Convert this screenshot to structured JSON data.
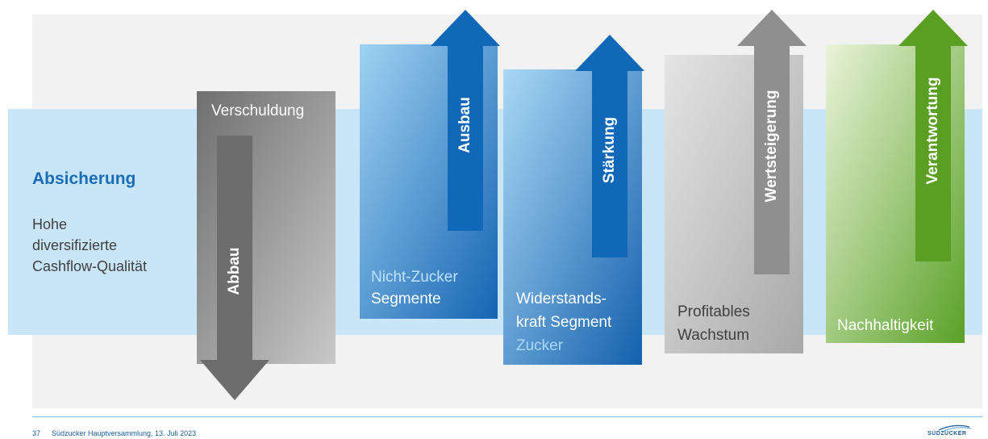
{
  "left_block": {
    "title": "Absicherung",
    "lines": [
      "Hohe",
      "diversifizierte",
      "Cashflow-Qualität"
    ]
  },
  "columns": [
    {
      "label_lines": [
        "Verschuldung"
      ],
      "arrow_label": "Abbau",
      "arrow_direction": "down"
    },
    {
      "label_lines": [
        "Nicht-Zucker",
        "Segmente"
      ],
      "arrow_label": "Ausbau",
      "arrow_direction": "up"
    },
    {
      "label_lines": [
        "Widerstands-",
        "kraft Segment",
        "Zucker"
      ],
      "arrow_label": "Stärkung",
      "arrow_direction": "up"
    },
    {
      "label_lines": [
        "Profitables",
        "Wachstum"
      ],
      "arrow_label": "Wertsteigerung",
      "arrow_direction": "up"
    },
    {
      "label_lines": [
        "Nachhaltigkeit"
      ],
      "arrow_label": "Verantwortung",
      "arrow_direction": "up"
    }
  ],
  "footer": {
    "page_number": "37",
    "text": "Südzucker Hauptversammlung, 13. Juli 2023",
    "logo_text": "SÜDZUCKER"
  },
  "colors": {
    "band": "#c9e6f8",
    "title_blue": "#1b6db6",
    "grey_box": "#7f7f7f",
    "blue_box": "#1e7ac4",
    "light_grey_box": "#b0b0b0",
    "green_box": "#6aaa2e"
  }
}
